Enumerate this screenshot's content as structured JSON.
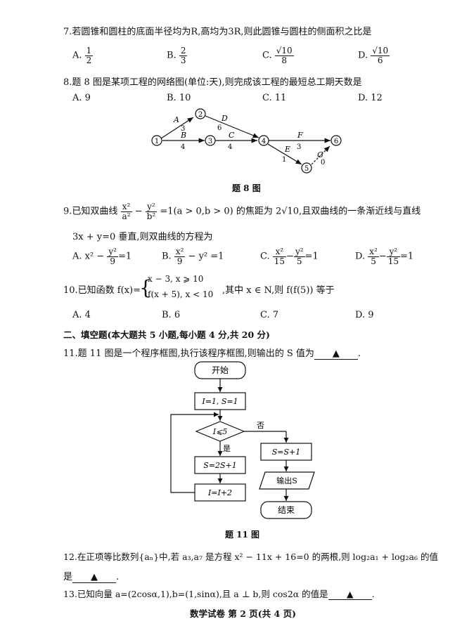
{
  "q7": {
    "stem": "7.若圆锥和圆柱的底面半径均为R,高均为3R,则此圆锥与圆柱的侧面积之比是",
    "options": [
      {
        "letter": "A.",
        "num": "1",
        "den": "2"
      },
      {
        "letter": "B.",
        "num": "2",
        "den": "3"
      },
      {
        "letter": "C.",
        "num": "√10",
        "den": "8"
      },
      {
        "letter": "D.",
        "num": "√10",
        "den": "6"
      }
    ]
  },
  "q8": {
    "stem": "8.题 8 图是某项工程的网络图(单位:天),则完成该工程的最短总工期天数是",
    "options": [
      {
        "letter": "A.",
        "value": "9"
      },
      {
        "letter": "B.",
        "value": "10"
      },
      {
        "letter": "C.",
        "value": "11"
      },
      {
        "letter": "D.",
        "value": "12"
      }
    ],
    "network": {
      "nodes": [
        "1",
        "2",
        "3",
        "4",
        "5",
        "6"
      ],
      "edges": [
        {
          "from": "1",
          "to": "2",
          "name": "A",
          "days": "3"
        },
        {
          "from": "1",
          "to": "3",
          "name": "B",
          "days": "4"
        },
        {
          "from": "2",
          "to": "4",
          "name": "D",
          "days": "6"
        },
        {
          "from": "3",
          "to": "4",
          "name": "C",
          "days": "4"
        },
        {
          "from": "4",
          "to": "6",
          "name": "F",
          "days": "3"
        },
        {
          "from": "4",
          "to": "5",
          "name": "E",
          "days": "1"
        },
        {
          "from": "5",
          "to": "6",
          "name": "G",
          "days": "0"
        }
      ]
    },
    "caption": "题 8 图"
  },
  "q9": {
    "stem_a": "9.已知双曲线",
    "stem_b": "=1(a > 0,b > 0) 的焦距为 2√10,且双曲线的一条渐近线与直线",
    "line2": "3x + y=0 垂直,则双曲线的方程为",
    "lhs": {
      "n1": "x²",
      "d1": "a²",
      "n2": "y²",
      "d2": "b²"
    },
    "options": [
      {
        "letter": "A.",
        "pre": "x² −",
        "num": "y²",
        "den": "9",
        "post": "=1"
      },
      {
        "letter": "B.",
        "num": "x²",
        "den": "9",
        "post": "− y² =1"
      },
      {
        "letter": "C.",
        "num": "x²",
        "den": "15",
        "mid": "−",
        "num2": "y²",
        "den2": "5",
        "post": "=1"
      },
      {
        "letter": "D.",
        "num": "x²",
        "den": "5",
        "mid": "−",
        "num2": "y²",
        "den2": "15",
        "post": "=1"
      }
    ]
  },
  "q10": {
    "stem_a": "10.已知函数 f(x)=",
    "case1": "x − 3,      x ⩾ 10",
    "case2": "f(x + 5), x < 10",
    "stem_b": ",其中 x ∈ N,则 f(f(5)) 等于",
    "options": [
      {
        "letter": "A.",
        "value": "4"
      },
      {
        "letter": "B.",
        "value": "6"
      },
      {
        "letter": "C.",
        "value": "7"
      },
      {
        "letter": "D.",
        "value": "9"
      }
    ]
  },
  "section2": "二、填空题(本大题共 5 小题,每小题 4 分,共 20 分)",
  "q11": {
    "stem": "11.题 11 图是一个程序框图,执行该程序框图,则输出的 S 值为",
    "blank": "▲",
    "flow": {
      "start": "开始",
      "init": "I=1, S=1",
      "cond": "I⩽5",
      "no": "否",
      "yes": "是",
      "step1": "S=2S+1",
      "step2": "I=I+2",
      "after": "S=S+1",
      "output": "输出S",
      "end": "结束"
    },
    "caption": "题 11 图"
  },
  "q12": {
    "stem": "12.在正项等比数列{aₙ}中,若 a₃,a₇ 是方程 x² − 11x + 16=0 的两根,则 log₂a₁ + log₂a₆ 的值",
    "line2": "是",
    "blank": "▲"
  },
  "q13": {
    "stem": "13.已知向量 a=(2cosα,1),b=(1,sinα),且 a ⊥ b,则 cos2α 的值是",
    "blank": "▲"
  },
  "footer": "数学试卷  第 2 页(共 4 页)"
}
